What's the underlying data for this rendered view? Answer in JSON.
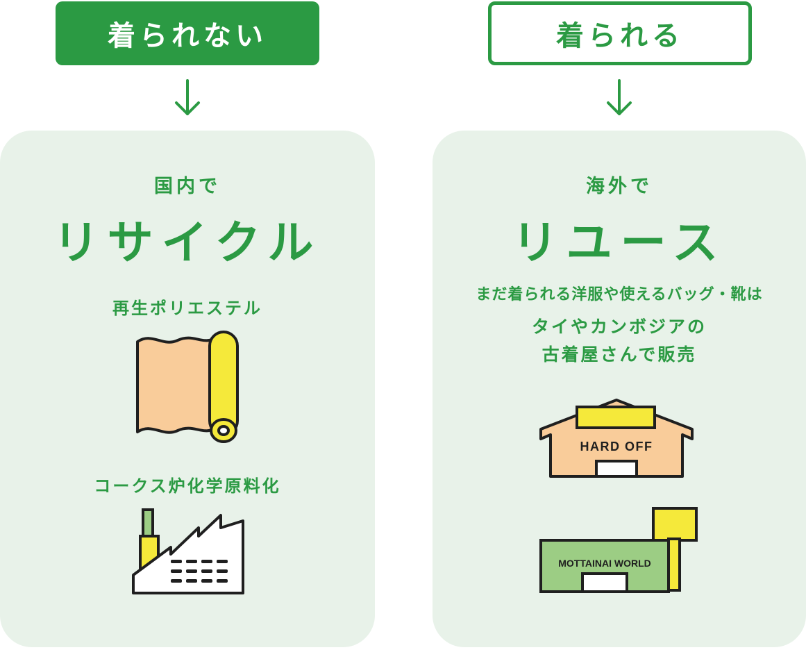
{
  "left": {
    "header": "着られない",
    "subtitle": "国内で",
    "title": "リサイクル",
    "item1_label": "再生ポリエステル",
    "item2_label": "コークス炉化学原料化",
    "icons": [
      "arrow-down-icon",
      "fabric-roll-icon",
      "factory-icon"
    ]
  },
  "right": {
    "header": "着られる",
    "subtitle": "海外で",
    "title": "リユース",
    "description": "まだ着られる洋服や使えるバッグ・靴は",
    "description_line2": "タイやカンボジアの",
    "description_line3": "古着屋さんで販売",
    "store1_sign": "HARD OFF",
    "store2_sign": "MOTTAINAI WORLD",
    "icons": [
      "arrow-down-icon",
      "store-icon",
      "store-icon"
    ]
  },
  "colors": {
    "green": "#2b9a43",
    "panel": "#e8f2e9",
    "peach": "#f9cc9a",
    "yellow": "#f5e93a",
    "light_green": "#9ccd84",
    "outline": "#1f1f1f"
  }
}
